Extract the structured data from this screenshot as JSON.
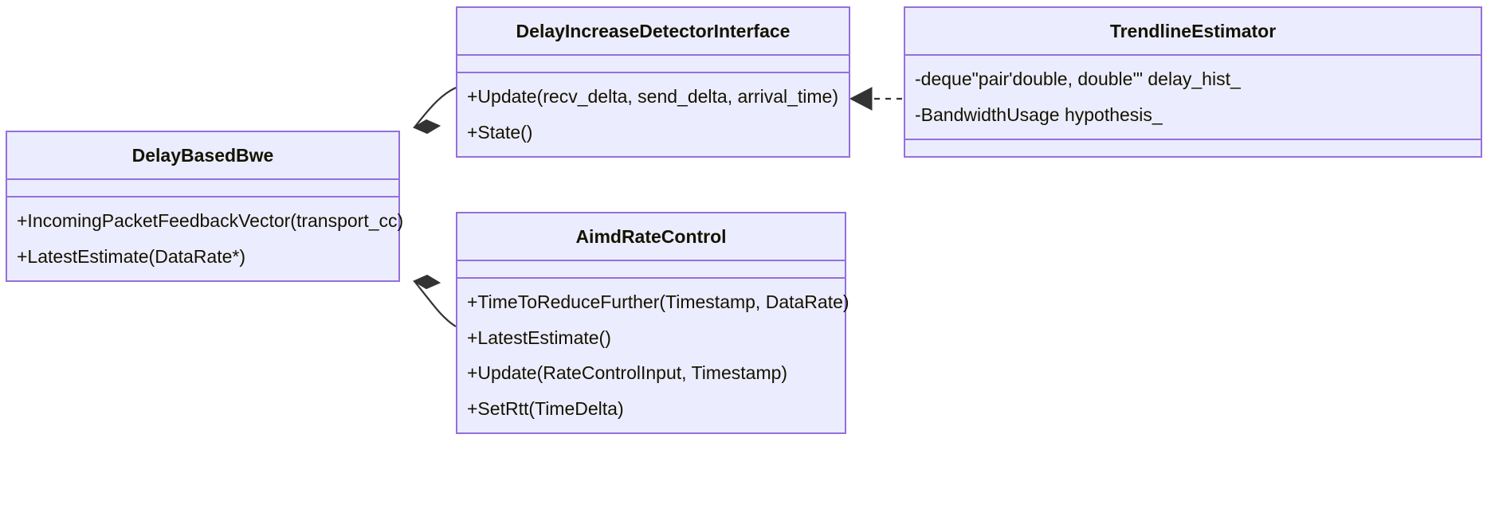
{
  "diagram": {
    "type": "uml-class-diagram",
    "colors": {
      "class_fill": "#ECECFF",
      "class_border": "#9370DB",
      "text": "#131300",
      "edge": "#333333",
      "background": "#FFFFFF"
    },
    "classes": [
      {
        "id": "DelayIncreaseDetectorInterface",
        "name": "DelayIncreaseDetectorInterface",
        "attributes": [],
        "methods": [
          "+Update(recv_delta, send_delta, arrival_time)",
          "+State()"
        ]
      },
      {
        "id": "TrendlineEstimator",
        "name": "TrendlineEstimator",
        "attributes": [],
        "methods": [
          "-deque\"pair'double, double'\" delay_hist_",
          "-BandwidthUsage hypothesis_"
        ]
      },
      {
        "id": "DelayBasedBwe",
        "name": "DelayBasedBwe",
        "attributes": [],
        "methods": [
          "+IncomingPacketFeedbackVector(transport_cc)",
          "+LatestEstimate(DataRate*)"
        ]
      },
      {
        "id": "AimdRateControl",
        "name": "AimdRateControl",
        "attributes": [],
        "methods": [
          "+TimeToReduceFurther(Timestamp, DataRate)",
          "+LatestEstimate()",
          "+Update(RateControlInput, Timestamp)",
          "+SetRtt(TimeDelta)"
        ]
      }
    ],
    "relationships": [
      {
        "id": "rel-delaybasedbwe-composes-delayincreasedetectorinterface",
        "from": "DelayBasedBwe",
        "to": "DelayIncreaseDetectorInterface",
        "kind": "composition",
        "line": "solid",
        "marker": "filled-diamond",
        "label": ""
      },
      {
        "id": "rel-delaybasedbwe-composes-aimdratecontrol",
        "from": "DelayBasedBwe",
        "to": "AimdRateControl",
        "kind": "composition",
        "line": "solid",
        "marker": "filled-diamond",
        "label": ""
      },
      {
        "id": "rel-trendlineestimator-realizes-delayincreasedetectorinterface",
        "from": "TrendlineEstimator",
        "to": "DelayIncreaseDetectorInterface",
        "kind": "realization",
        "line": "dashed",
        "marker": "filled-triangle",
        "label": ""
      }
    ]
  }
}
